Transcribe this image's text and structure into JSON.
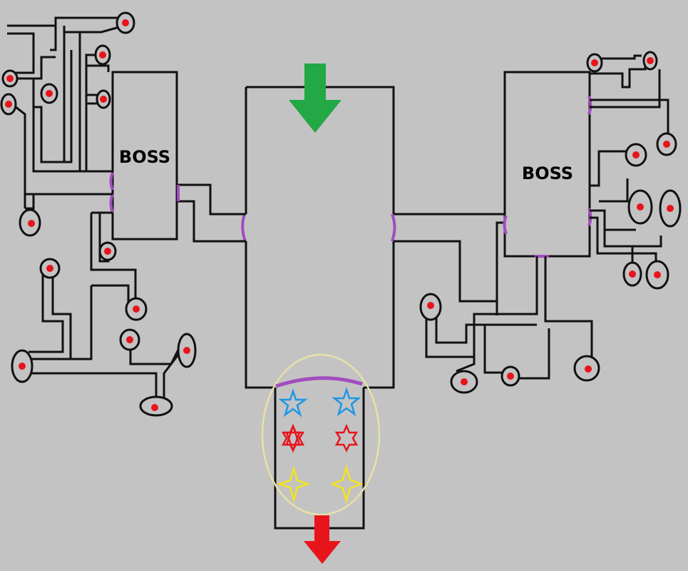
{
  "map": {
    "background": "#c3c3c3",
    "wall_color": "#111111",
    "door_color": "#a24cc0",
    "secret_color": "#e8e0a8",
    "pickup_color": "#e8141c",
    "bosses": [
      {
        "label": "BOSS",
        "side": "left"
      },
      {
        "label": "BOSS",
        "side": "right"
      }
    ],
    "entrance_arrow": {
      "icon": "arrow-down-icon",
      "color": "#22a844"
    },
    "exit_arrow": {
      "icon": "arrow-down-icon",
      "color": "#e8141c"
    },
    "treasure": [
      {
        "icon": "star-icon",
        "color": "#1e96e6"
      },
      {
        "icon": "star-icon",
        "color": "#1e96e6"
      },
      {
        "icon": "hexagram-icon",
        "color": "#e8141c"
      },
      {
        "icon": "hexagram-icon",
        "color": "#e8141c"
      },
      {
        "icon": "four-point-star-icon",
        "color": "#f2e619"
      },
      {
        "icon": "four-point-star-icon",
        "color": "#f2e619"
      }
    ]
  }
}
